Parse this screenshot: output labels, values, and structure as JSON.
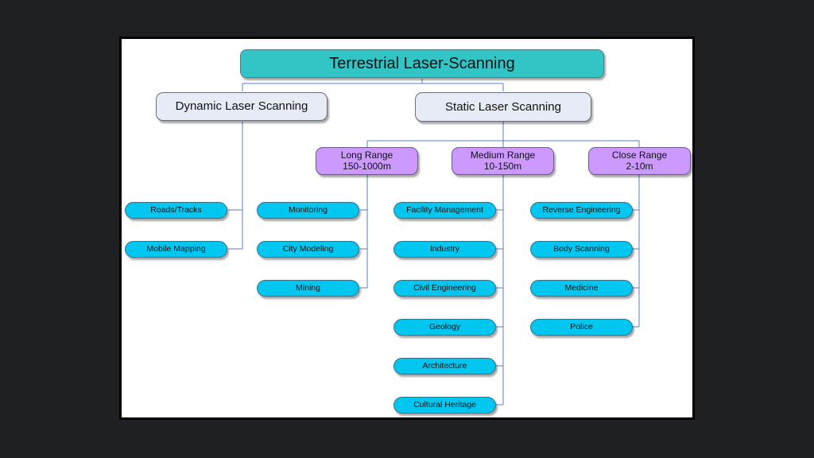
{
  "diagram": {
    "root": "Terrestrial Laser-Scanning",
    "dynamic": {
      "label": "Dynamic Laser Scanning",
      "items": [
        "Roads/Tracks",
        "Mobile Mapping"
      ]
    },
    "static": {
      "label": "Static Laser Scanning",
      "long_range": {
        "title": "Long Range",
        "range": "150-1000m",
        "items": [
          "Monitoring",
          "City Modeling",
          "Mining"
        ]
      },
      "medium_range": {
        "title": "Medium Range",
        "range": "10-150m",
        "items": [
          "Facility Management",
          "Industry",
          "Civil Engineering",
          "Geology",
          "Architecture",
          "Cultural Heritage"
        ]
      },
      "close_range": {
        "title": "Close Range",
        "range": "2-10m",
        "items": [
          "Reverse Engineering",
          "Body Scanning",
          "Medicine",
          "Police"
        ]
      }
    }
  },
  "colors": {
    "root_fill": "#33c5c5",
    "branch_fill": "#e6ebf5",
    "range_fill": "#cc99ff",
    "leaf_fill": "#00c6f0",
    "connector": "#5b7fbf"
  }
}
